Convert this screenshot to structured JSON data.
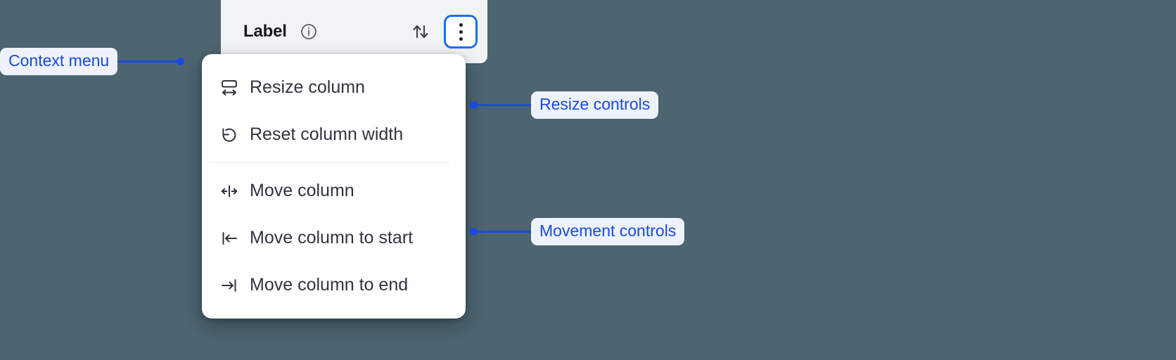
{
  "background_color": "#4c6570",
  "accent_color": "#1a4ae0",
  "focus_ring_color": "#1b6ef3",
  "column_header": {
    "title": "Label",
    "info_icon": "info-circle-icon",
    "sort_icon": "sort-up-down-icon",
    "overflow_icon": "more-vertical-kebab-icon"
  },
  "context_menu": {
    "groups": [
      {
        "name": "resize",
        "items": [
          {
            "icon": "resize-column-icon",
            "label": "Resize column"
          },
          {
            "icon": "reset-width-undo-icon",
            "label": "Reset column width"
          }
        ]
      },
      {
        "name": "movement",
        "items": [
          {
            "icon": "move-column-icon",
            "label": "Move column"
          },
          {
            "icon": "move-to-start-icon",
            "label": "Move column to start"
          },
          {
            "icon": "move-to-end-icon",
            "label": "Move column to end"
          }
        ]
      }
    ]
  },
  "annotations": [
    {
      "id": "context-menu",
      "label": "Context menu",
      "side": "left"
    },
    {
      "id": "resize-controls",
      "label": "Resize controls",
      "side": "right"
    },
    {
      "id": "movement-controls",
      "label": "Movement controls",
      "side": "right"
    }
  ]
}
